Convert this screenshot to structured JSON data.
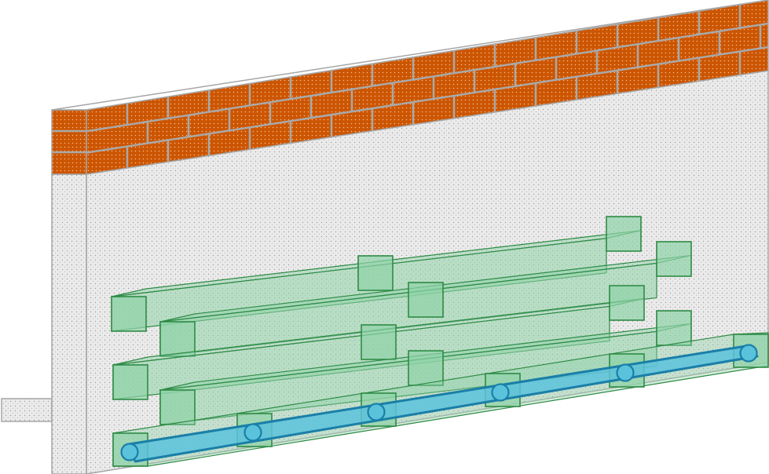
{
  "colors": {
    "concrete_fill": "#e6e6e6",
    "concrete_stroke": "#a6a6a6",
    "brick": "#cc5500",
    "brick_mortar": "#a9a9a9",
    "beam_fill": "#8fd3a8",
    "beam_stroke": "#2e8b45",
    "pipe_fill": "#5bc2dc",
    "pipe_stroke": "#1a7fa8",
    "background": "#ffffff"
  },
  "components": {
    "wall": "concrete-wall",
    "cap": "brick-coping",
    "beams": "green-transparent-beams",
    "pipe": "blue-drain-pipe",
    "bracket": "left-side-stub"
  }
}
